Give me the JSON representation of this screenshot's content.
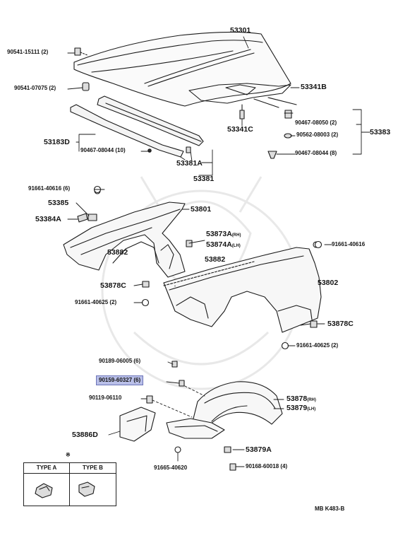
{
  "labels": {
    "p53301": "53301",
    "p90541_15111": "90541-15111 (2)",
    "p90541_07075": "90541-07075 (2)",
    "p53341B": "53341B",
    "p53341C": "53341C",
    "p90467_08050": "90467-08050 (2)",
    "p90562_08003": "90562-08003 (2)",
    "p90467_08044_8": "90467-08044 (8)",
    "p53383": "53383",
    "p53183D": "53183D",
    "p90467_08044_10": "90467-08044 (10)",
    "p53381A": "53381A",
    "p53381": "53381",
    "p91661_40616_6": "91661-40616 (6)",
    "p53385": "53385",
    "p53384A": "53384A",
    "p53801": "53801",
    "p53873A": "53873A",
    "p53873A_sub": "(RH)",
    "p53874A": "53874A",
    "p53874A_sub": "(LH)",
    "p91661_40616": "91661-40616",
    "p53882_left": "53882",
    "p53882_right": "53882",
    "p53878C_left": "53878C",
    "p91661_40625_left": "91661-40625 (2)",
    "p53802": "53802",
    "p53878C_right": "53878C",
    "p91661_40625_right": "91661-40625 (2)",
    "p90189_06005": "90189-06005 (6)",
    "p90159_60327": "90159-60327 (6)",
    "p90119_06110": "90119-06110",
    "p53878": "53878",
    "p53878_sub": "(RH)",
    "p53879": "53879",
    "p53879_sub": "(LH)",
    "p53886D": "53886D",
    "p53879A": "53879A",
    "p91665_40620": "91665-40620",
    "p90168_60018": "90168-60018 (4)"
  },
  "type_table": {
    "marker": "※",
    "type_a": "TYPE A",
    "type_b": "TYPE B"
  },
  "footer_code": "MB K483-B",
  "colors": {
    "highlight_fill": "#b9bfe8",
    "highlight_border": "#6c74b8",
    "line": "#1a1a1a"
  }
}
